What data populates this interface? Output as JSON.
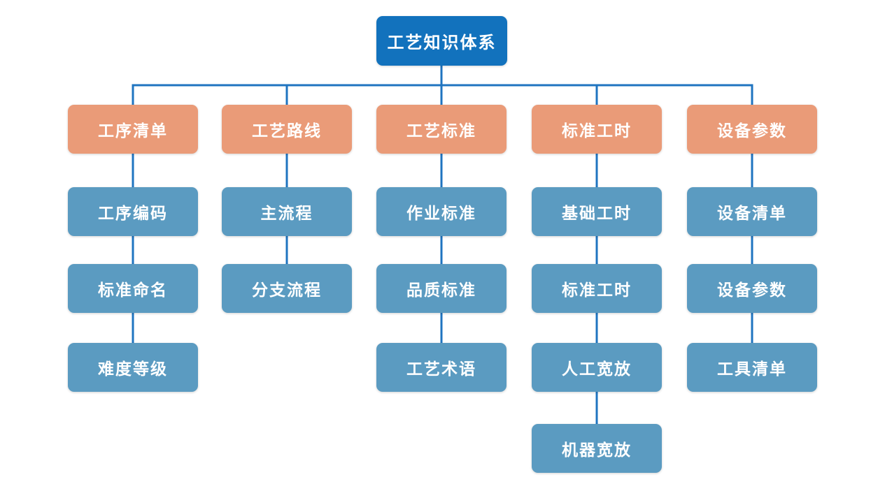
{
  "diagram": {
    "type": "tree",
    "title": "工艺知识体系",
    "colors": {
      "root_bg": "#1272bd",
      "branch_bg": "#ea9b78",
      "leaf_bg": "#5b9bc1",
      "line": "#1f74c0",
      "text": "#ffffff",
      "background": "#ffffff"
    },
    "root": {
      "label": "工艺知识体系"
    },
    "branches": [
      {
        "label": "工序清单",
        "children": [
          "工序编码",
          "标准命名",
          "难度等级"
        ]
      },
      {
        "label": "工艺路线",
        "children": [
          "主流程",
          "分支流程"
        ]
      },
      {
        "label": "工艺标准",
        "children": [
          "作业标准",
          "品质标准",
          "工艺术语"
        ]
      },
      {
        "label": "标准工时",
        "children": [
          "基础工时",
          "标准工时",
          "人工宽放",
          "机器宽放"
        ]
      },
      {
        "label": "设备参数",
        "children": [
          "设备清单",
          "设备参数",
          "工具清单"
        ]
      }
    ]
  }
}
